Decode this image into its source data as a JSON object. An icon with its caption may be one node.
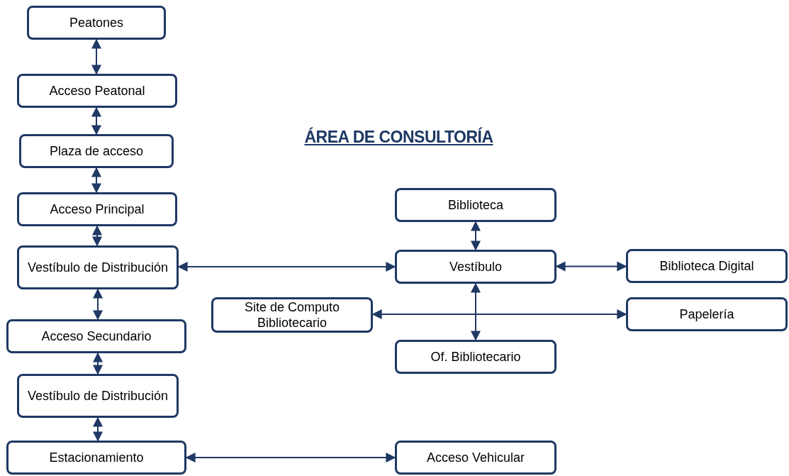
{
  "diagram": {
    "title": "ÁREA DE CONSULTORÍA",
    "nodes": [
      {
        "text": [
          "Peatones"
        ]
      },
      {
        "text": [
          "Acceso Peatonal"
        ]
      },
      {
        "text": [
          "Plaza de acceso"
        ]
      },
      {
        "text": [
          "Acceso Principal"
        ]
      },
      {
        "text": [
          "Vestíbulo de Distribución"
        ]
      },
      {
        "text": [
          "Acceso Secundario"
        ]
      },
      {
        "text": [
          "Vestíbulo de Distribución"
        ]
      },
      {
        "text": [
          "Estacionamiento"
        ]
      },
      {
        "text": [
          "Biblioteca"
        ]
      },
      {
        "text": [
          "Vestíbulo"
        ]
      },
      {
        "text": [
          "Biblioteca Digital"
        ]
      },
      {
        "text": [
          "Site de Computo Bibliotecario"
        ]
      },
      {
        "text": [
          "Papelería"
        ]
      },
      {
        "text": [
          "Of. Bibliotecario"
        ]
      },
      {
        "text": [
          "Acceso Vehicular"
        ]
      }
    ],
    "edges": [
      {
        "from": 0,
        "to": 1,
        "arrow": "both"
      },
      {
        "from": 1,
        "to": 2,
        "arrow": "both"
      },
      {
        "from": 2,
        "to": 3,
        "arrow": "both"
      },
      {
        "from": 3,
        "to": 4,
        "arrow": "both"
      },
      {
        "from": 4,
        "to": 5,
        "arrow": "both"
      },
      {
        "from": 5,
        "to": 6,
        "arrow": "both"
      },
      {
        "from": 6,
        "to": 7,
        "arrow": "both"
      },
      {
        "from": 4,
        "to": 9,
        "arrow": "both"
      },
      {
        "from": 8,
        "to": 9,
        "arrow": "both"
      },
      {
        "from": 9,
        "to": 10,
        "arrow": "both"
      },
      {
        "from": 9,
        "to": 13,
        "arrow": "both"
      },
      {
        "from": 11,
        "to": 12,
        "arrow": "both"
      },
      {
        "from": 7,
        "to": 14,
        "arrow": "both"
      }
    ]
  }
}
